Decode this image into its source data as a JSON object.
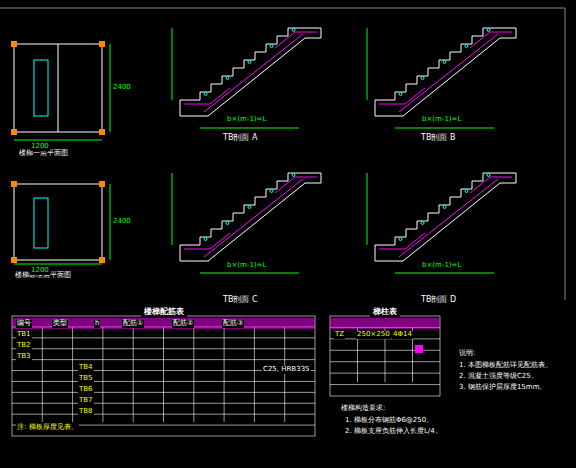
{
  "diagram": {
    "nodes": [
      {
        "text": [
          "楼梯配筋表"
        ]
      },
      {
        "text": [
          "梯柱表"
        ]
      }
    ],
    "edges": [],
    "labels": [
      "楼梯一层平面图",
      "楼梯标准层平面图",
      "TB剖面 A",
      "TB剖面 B",
      "TB剖面 C",
      "TB剖面 D",
      "b×(m-1)=L",
      "b×(m-1)=L",
      "b×(m-1)=L",
      "b×(m-1)=L",
      "编号",
      "类型",
      "h",
      "配筋①",
      "配筋②",
      "配筋③",
      "TB1",
      "TB2",
      "TB3",
      "TB4",
      "TB5",
      "TB6",
      "TB7",
      "TB8",
      "C25, HRB335",
      "注: 梯板厚度见表。",
      "TZ",
      "250×250",
      "4Φ14",
      "说明:",
      "1. 本图梯板配筋详见配筋表。",
      "2. 混凝土强度等级C25。",
      "3. 钢筋保护层厚度15mm。",
      "楼梯构造要求:",
      "1. 梯板分布钢筋Φ6@250。",
      "2. 梯板支座负筋伸入长度L/4。",
      "1200",
      "2400",
      "1200",
      "2400"
    ]
  }
}
